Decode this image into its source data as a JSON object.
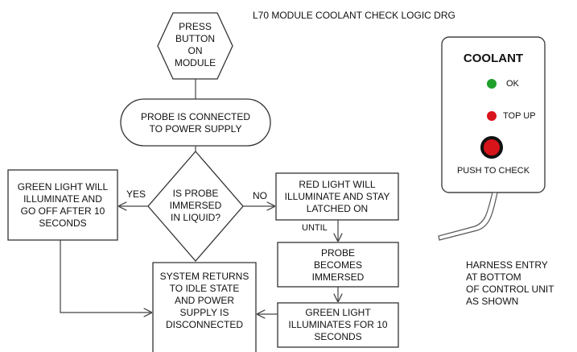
{
  "title": "L70 MODULE COOLANT CHECK LOGIC DRG",
  "flow": {
    "start": [
      "PRESS",
      "BUTTON",
      "ON",
      "MODULE"
    ],
    "probe_connected": [
      "PROBE IS CONNECTED",
      "TO POWER SUPPLY"
    ],
    "decision": [
      "IS PROBE",
      "IMMERSED",
      "IN LIQUID?"
    ],
    "yes_label": "YES",
    "no_label": "NO",
    "green_left": [
      "GREEN LIGHT WILL",
      "ILLUMINATE AND",
      "GO OFF AFTER 10",
      "SECONDS"
    ],
    "red_light": [
      "RED LIGHT WILL",
      "ILLUMINATE AND STAY",
      "LATCHED ON"
    ],
    "until_label": "UNTIL",
    "probe_immersed": [
      "PROBE",
      "BECOMES",
      "IMMERSED"
    ],
    "green_right": [
      "GREEN LIGHT",
      "ILLUMINATES FOR 10",
      "SECONDS"
    ],
    "system_returns": [
      "SYSTEM RETURNS",
      "TO IDLE STATE",
      "AND POWER",
      "SUPPLY IS",
      "DISCONNECTED"
    ]
  },
  "control_unit": {
    "heading": "COOLANT",
    "ok_label": "OK",
    "topup_label": "TOP UP",
    "button_label": "PUSH TO CHECK",
    "ok_color": "#1fa02a",
    "topup_color": "#d8141b",
    "button_color": "#d8141b"
  },
  "note": [
    "HARNESS ENTRY",
    "AT BOTTOM",
    "OF CONTROL UNIT",
    "AS SHOWN"
  ]
}
